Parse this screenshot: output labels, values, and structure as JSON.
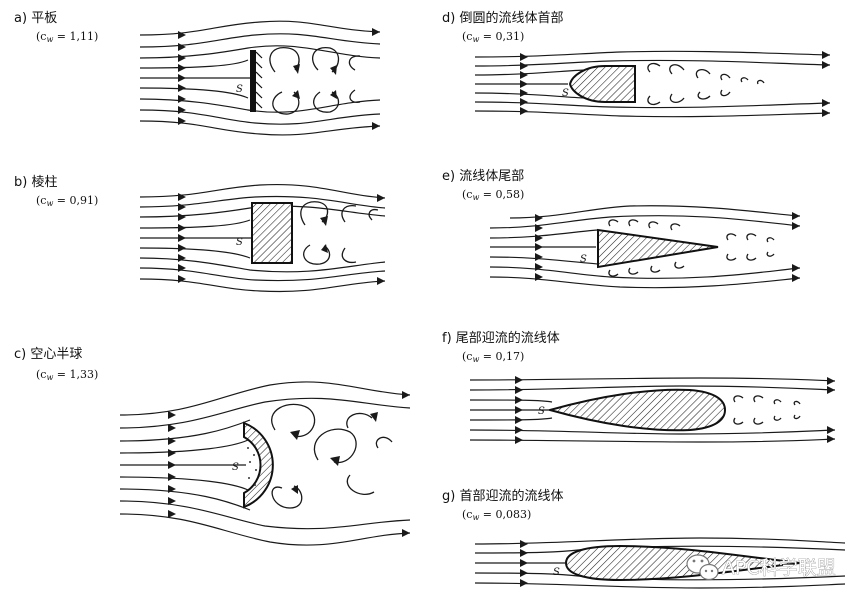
{
  "panels": [
    {
      "id": "a",
      "label": "a)",
      "title": "平板",
      "coef": "(c",
      "sub": "w",
      "eq": " = 1,11)",
      "s_mark": "S"
    },
    {
      "id": "b",
      "label": "b)",
      "title": "棱柱",
      "coef": "(c",
      "sub": "w",
      "eq": " = 0,91)",
      "s_mark": "S"
    },
    {
      "id": "c",
      "label": "c)",
      "title": "空心半球",
      "coef": "(c",
      "sub": "w",
      "eq": " = 1,33)",
      "s_mark": "S"
    },
    {
      "id": "d",
      "label": "d)",
      "title": "倒圆的流线体首部",
      "coef": "(c",
      "sub": "w",
      "eq": " = 0,31)",
      "s_mark": "S"
    },
    {
      "id": "e",
      "label": "e)",
      "title": "流线体尾部",
      "coef": "(c",
      "sub": "w",
      "eq": " = 0,58)",
      "s_mark": "S"
    },
    {
      "id": "f",
      "label": "f)",
      "title": "尾部迎流的流线体",
      "coef": "(c",
      "sub": "w",
      "eq": " = 0,17)",
      "s_mark": "S"
    },
    {
      "id": "g",
      "label": "g)",
      "title": "首部迎流的流线体",
      "coef": "(c",
      "sub": "w",
      "eq": " = 0,083)",
      "s_mark": "S"
    }
  ],
  "watermark": {
    "text": "APC科学联盟",
    "icon": "wechat-icon"
  }
}
